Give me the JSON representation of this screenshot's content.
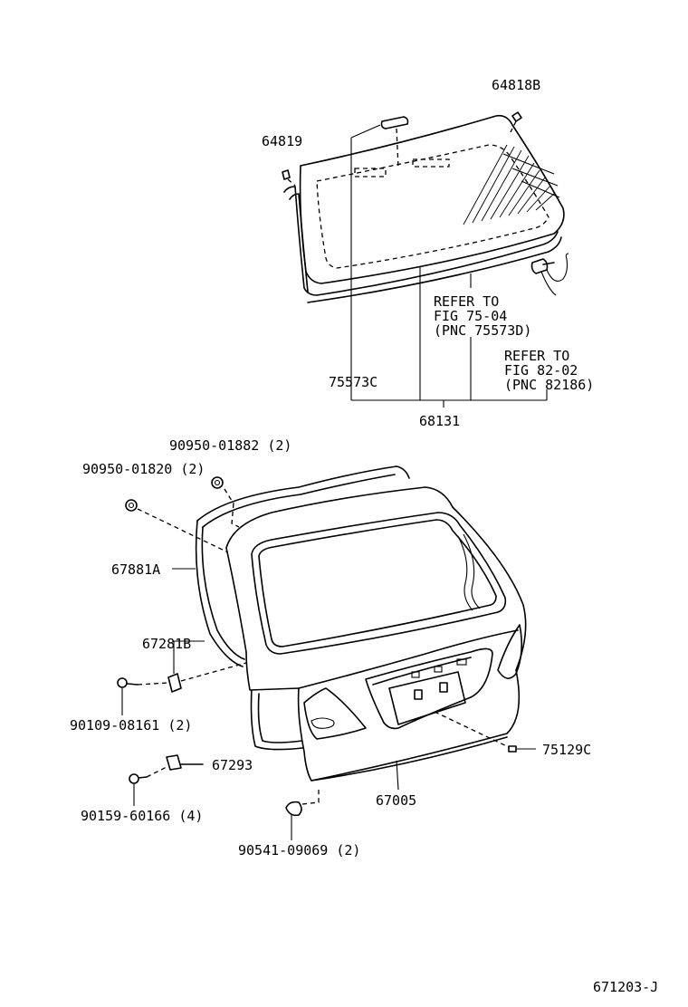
{
  "callouts": {
    "c64818B": "64818B",
    "c64819": "64819",
    "refer_75_line1": "REFER TO",
    "refer_75_line2": "FIG 75-04",
    "refer_75_line3": "(PNC 75573D)",
    "refer_82_line1": "REFER TO",
    "refer_82_line2": "FIG 82-02",
    "refer_82_line3": "(PNC 82186)",
    "c75573C": "75573C",
    "c68131": "68131",
    "c90950_01882": "90950-01882 (2)",
    "c90950_01820": "90950-01820 (2)",
    "c67881A": "67881A",
    "c67281B": "67281B",
    "c90109_08161": "90109-08161 (2)",
    "c67293": "67293",
    "c90159_60166": "90159-60166 (4)",
    "c75129C": "75129C",
    "c67005": "67005",
    "c90541_09069": "90541-09069 (2)",
    "diagram_code": "671203-J"
  }
}
